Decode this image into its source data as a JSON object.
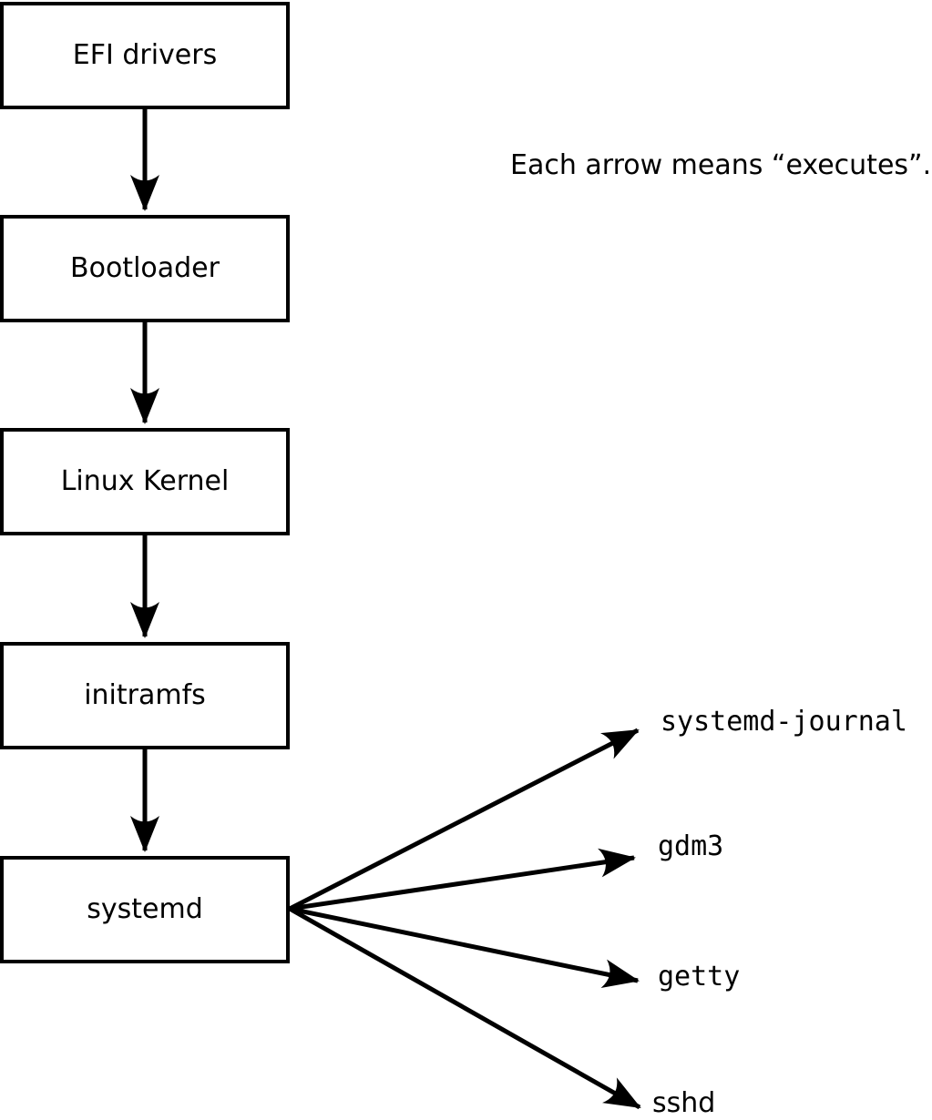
{
  "note": "Each arrow means “executes”.",
  "boxes": [
    {
      "label": "EFI drivers"
    },
    {
      "label": "Bootloader"
    },
    {
      "label": "Linux Kernel"
    },
    {
      "label": "initramfs"
    },
    {
      "label": "systemd"
    }
  ],
  "leaves": [
    {
      "label": "systemd-journal"
    },
    {
      "label": "gdm3"
    },
    {
      "label": "getty"
    },
    {
      "label": "sshd"
    }
  ],
  "colors": {
    "stroke": "#000000",
    "box_fill": "#ffffff",
    "background": "#ffffff"
  }
}
